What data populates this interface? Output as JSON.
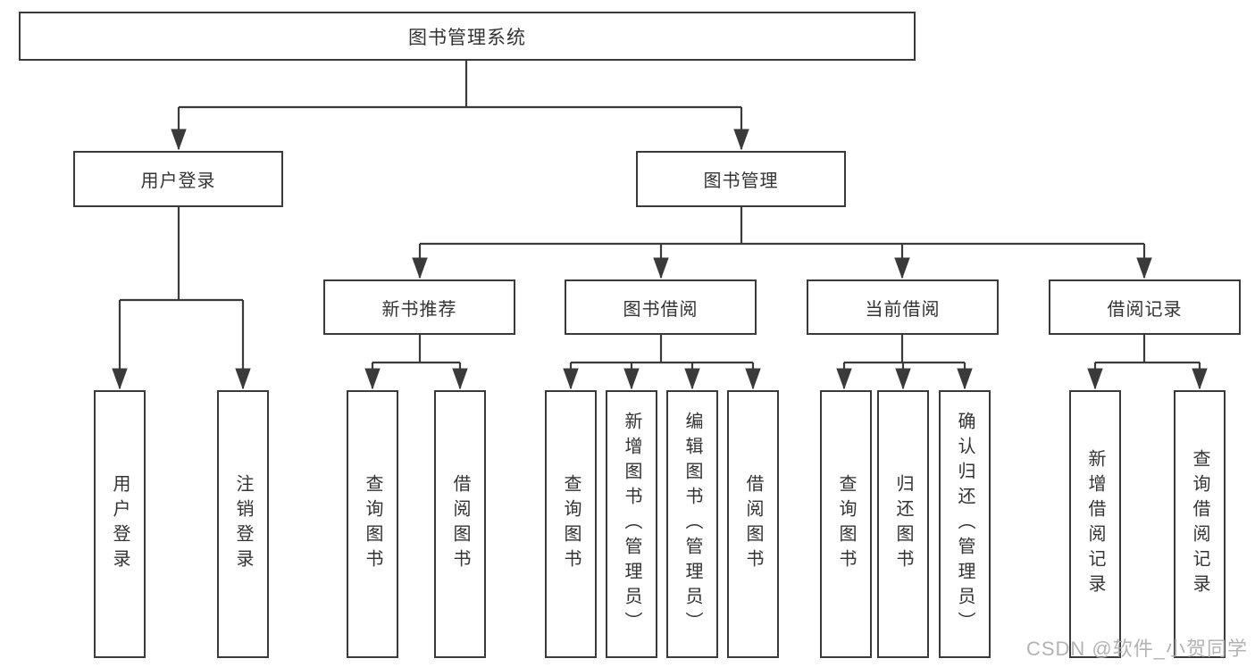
{
  "diagram": {
    "root": {
      "label": "图书管理系统"
    },
    "level2": {
      "user_login": {
        "label": "用户登录"
      },
      "book_mgmt": {
        "label": "图书管理"
      }
    },
    "level3": {
      "new_book": {
        "label": "新书推荐"
      },
      "book_borrow": {
        "label": "图书借阅"
      },
      "current_borrow": {
        "label": "当前借阅"
      },
      "borrow_record": {
        "label": "借阅记录"
      }
    },
    "leaves": {
      "user_login_1": "用户登录",
      "user_login_2": "注销登录",
      "new_book_1": "查询图书",
      "new_book_2": "借阅图书",
      "book_borrow_1": "查询图书",
      "book_borrow_2": "新增图书（管理员）",
      "book_borrow_3": "编辑图书（管理员）",
      "book_borrow_4": "借阅图书",
      "current_borrow_1": "查询图书",
      "current_borrow_2": "归还图书",
      "current_borrow_3": "确认归还（管理员）",
      "borrow_record_1": "新增借阅记录",
      "borrow_record_2": "查询借阅记录"
    }
  },
  "watermark": {
    "text": "CSDN @软件_小贺同学"
  },
  "colors": {
    "line": "#3a3a3a",
    "box_border": "#3a3a3a",
    "text": "#333333",
    "background": "#ffffff",
    "watermark": "#acacac"
  }
}
